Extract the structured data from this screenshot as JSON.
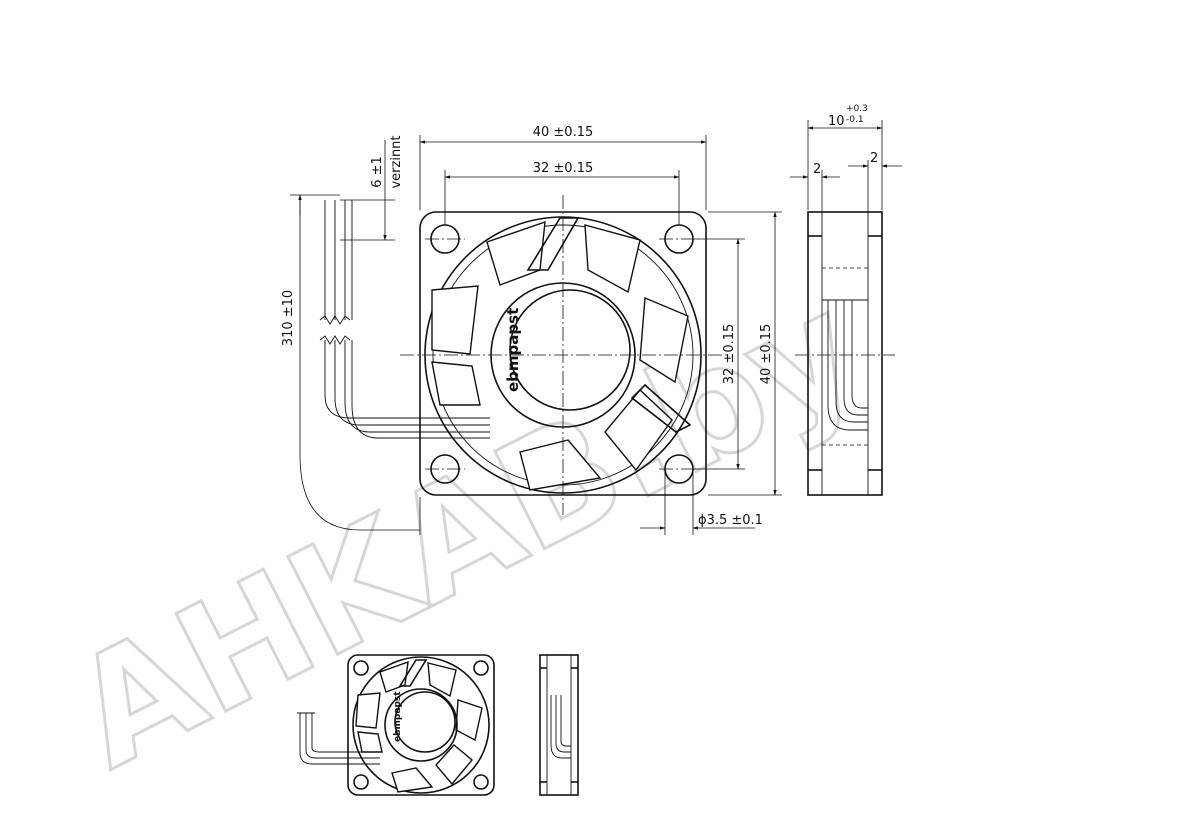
{
  "dimensions": {
    "outer_width": "40 ±0.15",
    "hole_spacing_h": "32 ±0.15",
    "outer_height": "40 ±0.15",
    "hole_spacing_v": "32 ±0.15",
    "hole_diameter": "ϕ3.5 ±0.1",
    "cable_length": "310 ±10",
    "strip_length": "6 ±1",
    "strip_note": "verzinnt",
    "depth_nominal": "10",
    "depth_tol_upper": "+0.3",
    "depth_tol_lower": "-0.1",
    "flange_left": "2",
    "flange_right": "2"
  },
  "brand": {
    "main": "ebmpapst",
    "small": "ebmpapst"
  },
  "watermark": "AHKAB.by",
  "colors": {
    "line": "#111111",
    "watermark": "#d6d6d6",
    "background": "#ffffff"
  }
}
